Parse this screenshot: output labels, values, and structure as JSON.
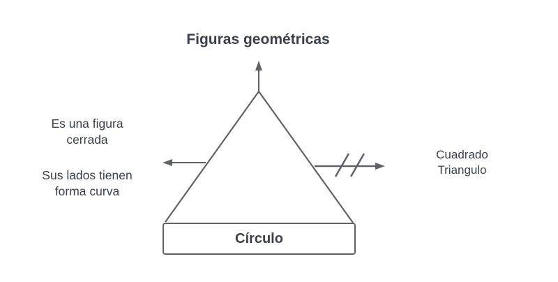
{
  "diagram": {
    "title": "Figuras geométricas",
    "base_label": "Círculo",
    "left_notes": [
      {
        "line1": "Es una figura",
        "line2": "cerrada"
      },
      {
        "line1": "Sus lados tienen",
        "line2": "forma curva"
      }
    ],
    "right_notes": {
      "line1": "Cuadrado",
      "line2": "Triangulo"
    },
    "colors": {
      "stroke": "#5f6368",
      "text": "#3a414a",
      "background": "#ffffff"
    }
  }
}
